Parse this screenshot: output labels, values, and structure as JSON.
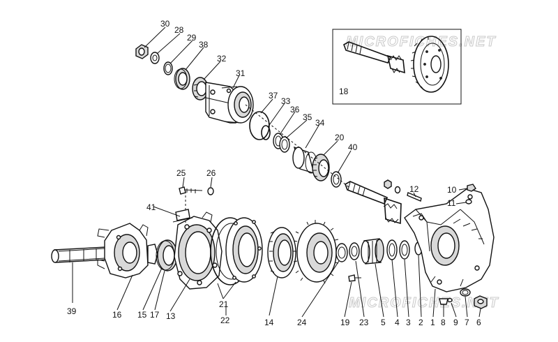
{
  "watermark": "MICROFICHES.NET",
  "callouts": [
    {
      "id": "c1",
      "label": "1"
    },
    {
      "id": "c2",
      "label": "2"
    },
    {
      "id": "c3",
      "label": "3"
    },
    {
      "id": "c4",
      "label": "4"
    },
    {
      "id": "c5",
      "label": "5"
    },
    {
      "id": "c6",
      "label": "6"
    },
    {
      "id": "c7",
      "label": "7"
    },
    {
      "id": "c8",
      "label": "8"
    },
    {
      "id": "c9",
      "label": "9"
    },
    {
      "id": "c10",
      "label": "10"
    },
    {
      "id": "c11",
      "label": "11"
    },
    {
      "id": "c12",
      "label": "12"
    },
    {
      "id": "c13",
      "label": "13"
    },
    {
      "id": "c14",
      "label": "14"
    },
    {
      "id": "c15",
      "label": "15"
    },
    {
      "id": "c16",
      "label": "16"
    },
    {
      "id": "c17",
      "label": "17"
    },
    {
      "id": "c18",
      "label": "18"
    },
    {
      "id": "c19",
      "label": "19"
    },
    {
      "id": "c20",
      "label": "20"
    },
    {
      "id": "c21",
      "label": "21"
    },
    {
      "id": "c22",
      "label": "22"
    },
    {
      "id": "c23",
      "label": "23"
    },
    {
      "id": "c24",
      "label": "24"
    },
    {
      "id": "c25",
      "label": "25"
    },
    {
      "id": "c26",
      "label": "26"
    },
    {
      "id": "c28",
      "label": "28"
    },
    {
      "id": "c29",
      "label": "29"
    },
    {
      "id": "c30",
      "label": "30"
    },
    {
      "id": "c31",
      "label": "31"
    },
    {
      "id": "c32",
      "label": "32"
    },
    {
      "id": "c33",
      "label": "33"
    },
    {
      "id": "c34",
      "label": "34"
    },
    {
      "id": "c35",
      "label": "35"
    },
    {
      "id": "c36",
      "label": "36"
    },
    {
      "id": "c37",
      "label": "37"
    },
    {
      "id": "c38",
      "label": "38"
    },
    {
      "id": "c39",
      "label": "39"
    },
    {
      "id": "c40",
      "label": "40"
    },
    {
      "id": "c41",
      "label": "41"
    }
  ]
}
